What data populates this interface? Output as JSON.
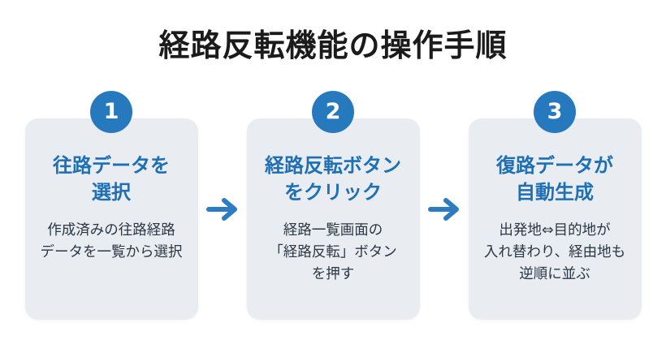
{
  "title": "経路反転機能の操作手順",
  "colors": {
    "badge_blue": "#2779bd",
    "heading_blue": "#1e6fb4",
    "arrow_blue": "#2e7cc0",
    "card_background": "#e9edf1",
    "body_text": "#2b3744",
    "title_text": "#1b1b1b"
  },
  "icons": {
    "between_steps": "arrow-right-icon"
  },
  "steps": [
    {
      "number": "1",
      "heading": "往路データを\n選択",
      "description": "作成済みの往路経路\nデータを一覧から選択"
    },
    {
      "number": "2",
      "heading": "経路反転ボタン\nをクリック",
      "description": "経路一覧画面の\n「経路反転」ボタン\nを押す"
    },
    {
      "number": "3",
      "heading": "復路データが\n自動生成",
      "description": "出発地⇔目的地が\n入れ替わり、経由地も\n逆順に並ぶ"
    }
  ]
}
